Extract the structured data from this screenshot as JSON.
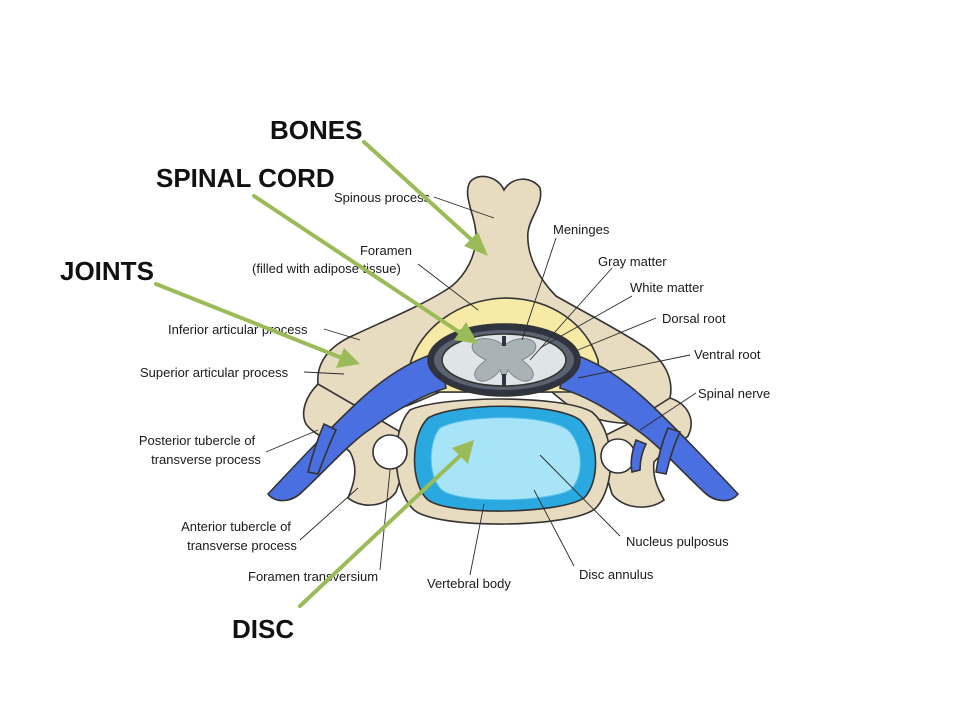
{
  "callouts": {
    "bones": "BONES",
    "spinal_cord": "SPINAL CORD",
    "joints": "JOINTS",
    "disc": "DISC"
  },
  "labels": {
    "spinous_process": "Spinous process",
    "meninges": "Meninges",
    "foramen_line1": "Foramen",
    "foramen_line2": "(filled with adipose tissue)",
    "gray_matter": "Gray matter",
    "white_matter": "White matter",
    "dorsal_root": "Dorsal root",
    "ventral_root": "Ventral root",
    "inferior_articular": "Inferior articular process",
    "superior_articular": "Superior articular process",
    "spinal_nerve": "Spinal nerve",
    "posterior_tubercle_line1": "Posterior tubercle of",
    "posterior_tubercle_line2": "transverse process",
    "anterior_tubercle_line1": "Anterior tubercle of",
    "anterior_tubercle_line2": "transverse process",
    "nucleus_pulposus": "Nucleus pulposus",
    "foramen_transversium": "Foramen transversium",
    "vertebral_body": "Vertebral body",
    "disc_annulus": "Disc annulus"
  },
  "colors": {
    "bone": "#e8dcc0",
    "adipose": "#f6eaa6",
    "nerve": "#4a6fe0",
    "dura": "#2f3440",
    "cord_white": "#dfe5e6",
    "cord_gray": "#a9b3b6",
    "disc_annulus": "#2aa8e0",
    "nucleus": "#a8e4f8",
    "arrow": "#9bbb59"
  }
}
